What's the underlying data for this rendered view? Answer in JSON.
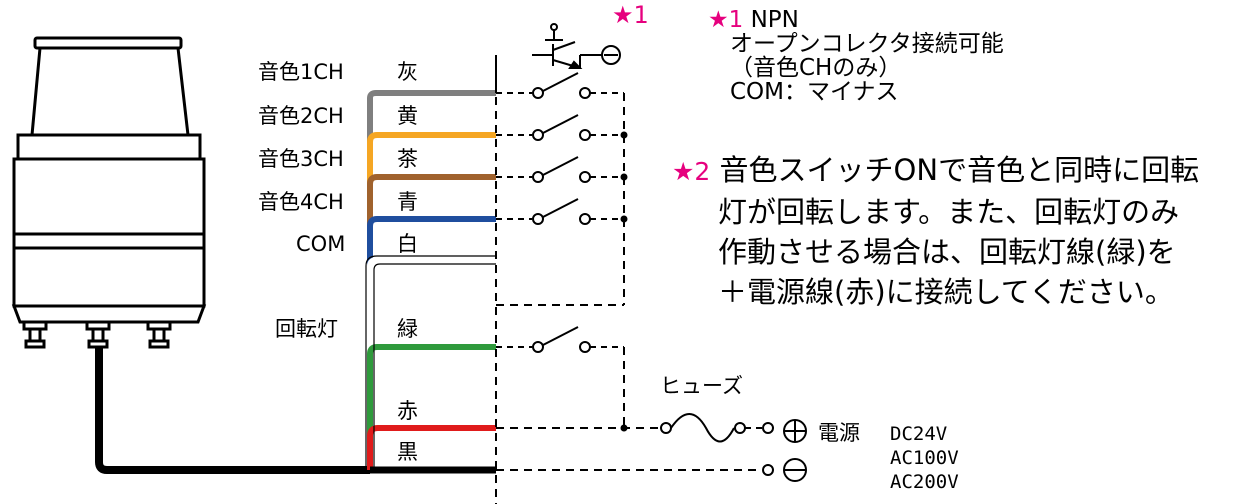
{
  "light_colors": {
    "body": "#ffffff",
    "stroke": "#000000"
  },
  "wire_labels": {
    "ch1": "音色1CH",
    "ch2": "音色2CH",
    "ch3": "音色3CH",
    "ch4": "音色4CH",
    "com": "COM",
    "rotate": "回転灯"
  },
  "wire_colors": [
    {
      "name": "灰",
      "color": "#7f7f7f"
    },
    {
      "name": "黄",
      "color": "#f5a623"
    },
    {
      "name": "茶",
      "color": "#a0622d"
    },
    {
      "name": "青",
      "color": "#1f4e9e"
    },
    {
      "name": "白",
      "color": "#ffffff"
    },
    {
      "name": "緑",
      "color": "#2f9a3c"
    },
    {
      "name": "赤",
      "color": "#e01b1b"
    },
    {
      "name": "黒",
      "color": "#000000"
    }
  ],
  "transistor_label": "★1",
  "fuse_label": "ヒューズ",
  "power": {
    "label": "電源",
    "dc": "DC24V",
    "ac1": "AC100V",
    "ac2": "AC200V"
  },
  "notes": {
    "note1": {
      "star": "★1",
      "title": "NPN",
      "line1": "オープンコレクタ接続可能",
      "line2": "（音色CHのみ）",
      "line3": "COM：マイナス"
    },
    "note2": {
      "star": "★2",
      "line1": "音色スイッチONで音色と同時に回転",
      "line2": "灯が回転します。また、回転灯のみ",
      "line3": "作動させる場合は、回転灯線(緑)を",
      "line4": "＋電源線(赤)に接続してください。"
    }
  }
}
